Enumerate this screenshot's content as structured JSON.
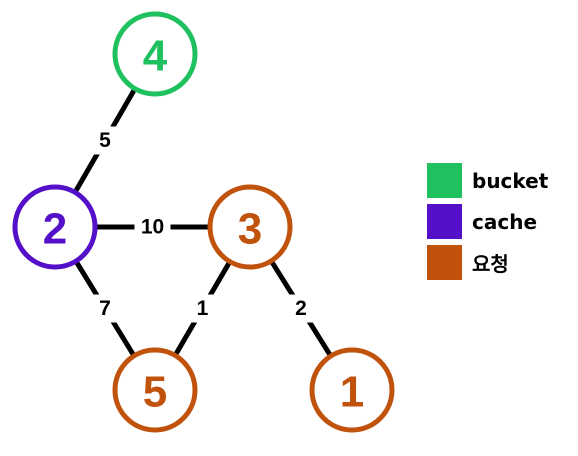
{
  "colors": {
    "bucket": "#1fc05e",
    "cache": "#5310c8",
    "request": "#c0520c"
  },
  "nodes": [
    {
      "id": "n4",
      "label": "4",
      "kind": "bucket"
    },
    {
      "id": "n2",
      "label": "2",
      "kind": "cache"
    },
    {
      "id": "n3",
      "label": "3",
      "kind": "request"
    },
    {
      "id": "n5",
      "label": "5",
      "kind": "request"
    },
    {
      "id": "n1",
      "label": "1",
      "kind": "request"
    }
  ],
  "edges": [
    {
      "from": "n4",
      "to": "n2",
      "weight": "5"
    },
    {
      "from": "n2",
      "to": "n3",
      "weight": "10"
    },
    {
      "from": "n2",
      "to": "n5",
      "weight": "7"
    },
    {
      "from": "n3",
      "to": "n5",
      "weight": "1"
    },
    {
      "from": "n3",
      "to": "n1",
      "weight": "2"
    }
  ],
  "legend": {
    "items": [
      {
        "kind": "bucket",
        "label": "bucket"
      },
      {
        "kind": "cache",
        "label": "cache"
      },
      {
        "kind": "request",
        "label": "요청"
      }
    ]
  }
}
